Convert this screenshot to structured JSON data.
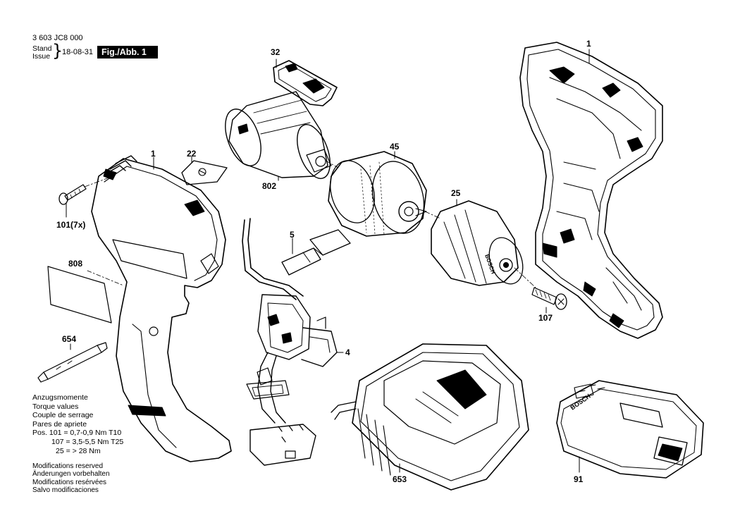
{
  "header": {
    "doc_number": "3 603 JC8 000",
    "stand": "Stand",
    "issue": "Issue",
    "date": "18-08-31",
    "figure": "Fig./Abb. 1"
  },
  "part_labels": {
    "p1_housing_right": "1",
    "p32": "32",
    "p1_housing_left": "1",
    "p22": "22",
    "p802": "802",
    "p45": "45",
    "p25": "25",
    "p101": "101(7x)",
    "p808": "808",
    "p5": "5",
    "p107": "107",
    "p654": "654",
    "p4": "4",
    "p653": "653",
    "p91": "91"
  },
  "torque": {
    "l1": "Anzugsmomente",
    "l2": "Torque values",
    "l3": "Couple de serrage",
    "l4": "Pares de apriete",
    "l5": "Pos. 101 = 0,7-0,9 Nm T10",
    "l6": "107 = 3,5-5,5 Nm T25",
    "l7": "25 = > 28 Nm"
  },
  "modifications": {
    "l1": "Modifications reserved",
    "l2": "Änderungen vorbehalten",
    "l3": "Modifications resérvées",
    "l4": "Salvo modificaciones"
  },
  "brand_marks": {
    "chuck": "BOSCH",
    "battery": "BOSCH"
  }
}
